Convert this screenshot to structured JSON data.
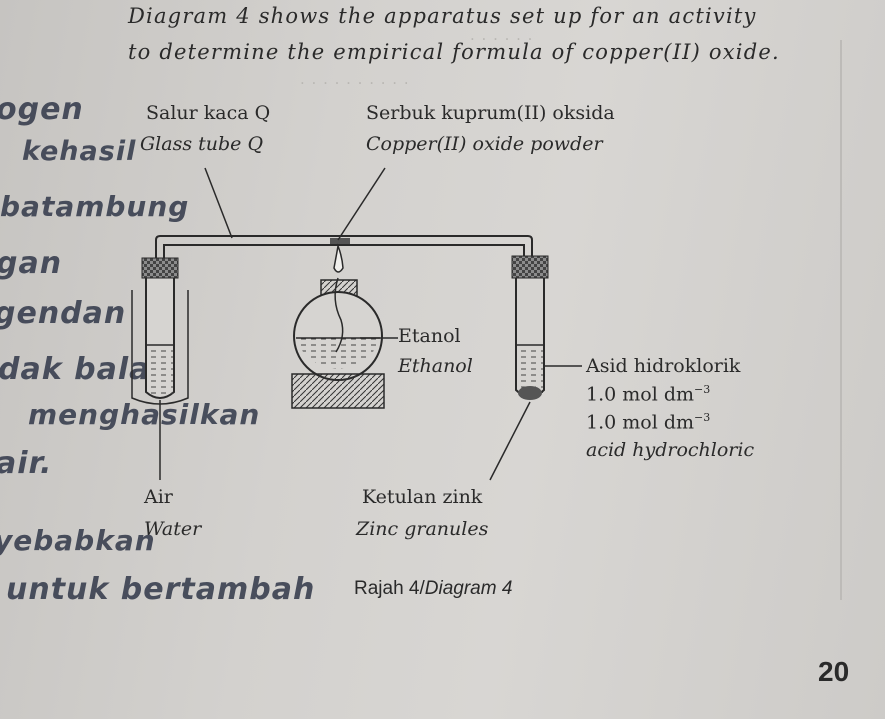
{
  "intro": {
    "line1": "Diagram 4 shows the apparatus set up for an activity",
    "line2": "to determine the empirical formula of copper(II) oxide."
  },
  "labels": {
    "glass_tube_ms": "Salur kaca Q",
    "glass_tube_en": "Glass tube Q",
    "cuo_ms": "Serbuk kuprum(II) oksida",
    "cuo_en": "Copper(II) oxide powder",
    "ethanol_ms": "Etanol",
    "ethanol_en": "Ethanol",
    "acid_ms": "Asid hidroklorik",
    "acid_conc_1_value": "1.0 mol dm",
    "acid_conc_2_value": "1.0 mol dm",
    "acid_conc_exp": "−3",
    "acid_en": "acid hydrochloric",
    "water_ms": "Air",
    "water_en": "Water",
    "zinc_ms": "Ketulan zink",
    "zinc_en": "Zinc granules"
  },
  "caption": {
    "ms": "Rajah 4/",
    "en": "Diagram 4"
  },
  "page_number": "20",
  "handwriting": [
    "ogen",
    "kehasil",
    "batambung",
    "gan",
    "gendan",
    "dak balas",
    "menghasilkan",
    "air.",
    "yebabkan",
    "untuk bertambah"
  ],
  "colors": {
    "ink": "#2a2a2a",
    "handwriting": "#2b3244",
    "paper": "#d3d1ce"
  }
}
